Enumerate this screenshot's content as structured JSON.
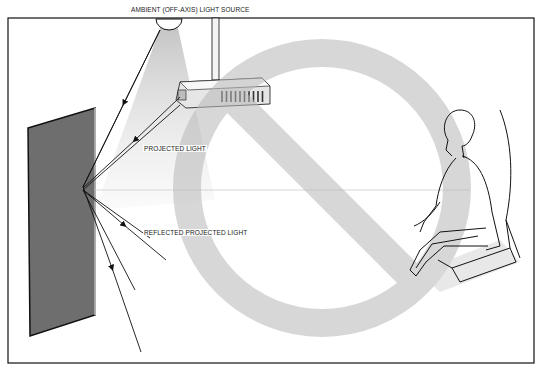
{
  "diagram": {
    "labels": [
      "AMBIENT (OFF-AXIS) LIGHT SOURCE",
      "PROJECTED LIGHT",
      "REFLECTED PROJECTED LIGHT"
    ]
  }
}
